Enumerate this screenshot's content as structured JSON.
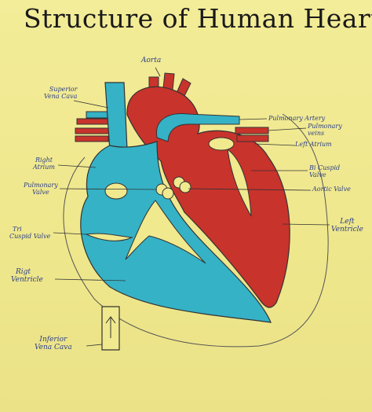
{
  "title": "Structure of Human Heart",
  "labels": {
    "aorta": "Aorta",
    "superior_vena_cava": [
      "Superior",
      "Vena Cava"
    ],
    "pulmonary_artery": "Pulmonary Artery",
    "pulmonary_veins": [
      "Pulmonary",
      "veins"
    ],
    "left_atrium": "Left Atrium",
    "right_atrium": [
      "Right",
      "Atrium"
    ],
    "bicuspid_valve": [
      "Bi Cuspid",
      "Valve"
    ],
    "pulmonary_valve": [
      "Pulmonary",
      "Valve"
    ],
    "aortic_valve": "Aortic Valve",
    "tricuspid_valve": [
      "Tri",
      "Cuspid Valve"
    ],
    "left_ventricle": [
      "Left",
      "Ventricle"
    ],
    "right_ventricle": [
      "Rigt",
      "Ventricle"
    ],
    "inferior_vena_cava": [
      "Inferior",
      "Vena Cava"
    ]
  },
  "colors": {
    "poster": "#f0e98e",
    "oxygen_rich": "#c8332c",
    "oxygen_poor": "#35b2c6",
    "label_ink": "#2b3f86",
    "outline": "#333333"
  }
}
